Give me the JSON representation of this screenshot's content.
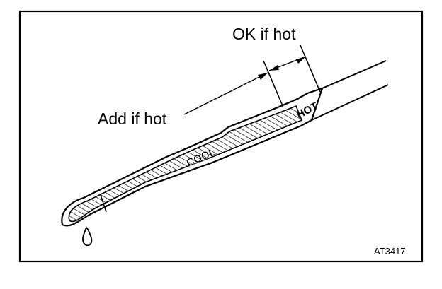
{
  "labels": {
    "ok_if_hot": "OK if hot",
    "add_if_hot": "Add if hot",
    "cool": "COOL",
    "hot": "HOT",
    "figure_code": "AT3417"
  },
  "colors": {
    "ink": "#000000",
    "paper": "#ffffff"
  }
}
